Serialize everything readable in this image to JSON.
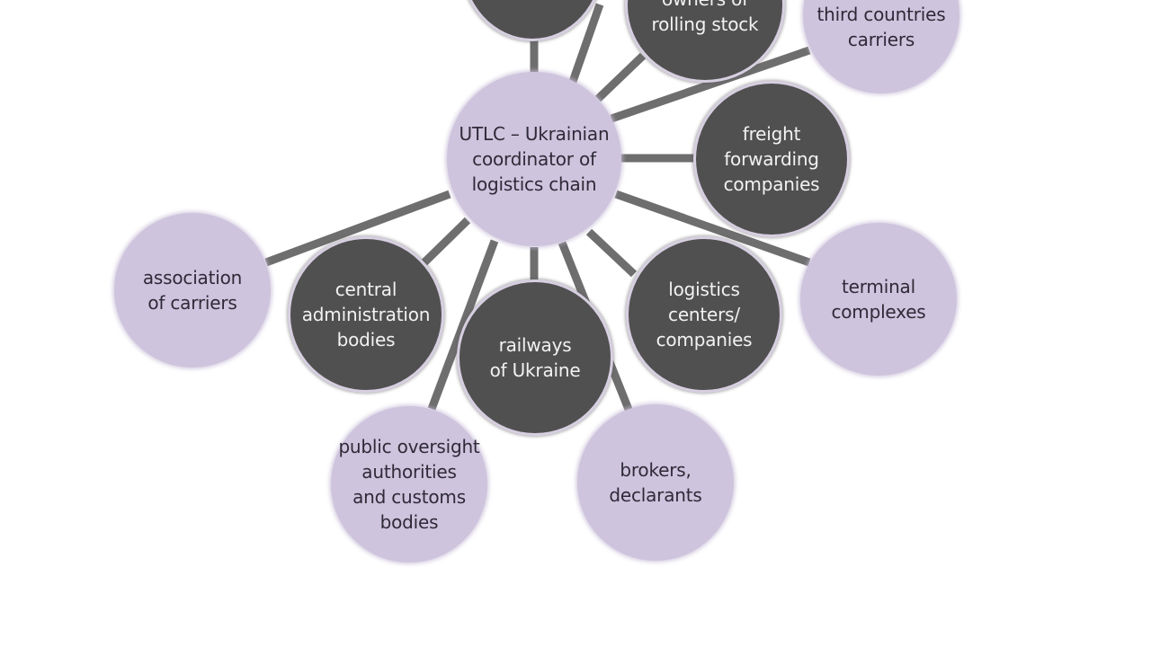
{
  "diagram": {
    "center": {
      "label": "UTLC – Ukrainian\ncoordinator of\nlogistics chain"
    },
    "nodes": [
      {
        "id": "top-left-dark",
        "label": "",
        "style": "dark"
      },
      {
        "id": "owners-of-rolling-stock",
        "label": "owners of\nrolling stock",
        "style": "dark"
      },
      {
        "id": "third-countries-carriers",
        "label": "third countries\ncarriers",
        "style": "light"
      },
      {
        "id": "freight-forwarding-companies",
        "label": "freight\nforwarding\ncompanies",
        "style": "dark"
      },
      {
        "id": "terminal-complexes",
        "label": "terminal\ncomplexes",
        "style": "light"
      },
      {
        "id": "logistics-centers-companies",
        "label": "logistics\ncenters/\ncompanies",
        "style": "dark"
      },
      {
        "id": "brokers-declarants",
        "label": "brokers,\ndeclarants",
        "style": "light"
      },
      {
        "id": "railways-of-ukraine",
        "label": "railways\nof Ukraine",
        "style": "dark"
      },
      {
        "id": "public-oversight-authorities",
        "label": "public oversight\nauthorities\nand customs\nbodies",
        "style": "light"
      },
      {
        "id": "central-administration-bodies",
        "label": "central\nadministration\nbodies",
        "style": "dark"
      },
      {
        "id": "association-of-carriers",
        "label": "association\nof carriers",
        "style": "light"
      }
    ],
    "colors": {
      "light_node": "#cfc4dd",
      "dark_node": "#505050",
      "connector": "#6e6e6e",
      "dark_text": "#f2f2f2",
      "light_text": "#2e2a38"
    }
  }
}
